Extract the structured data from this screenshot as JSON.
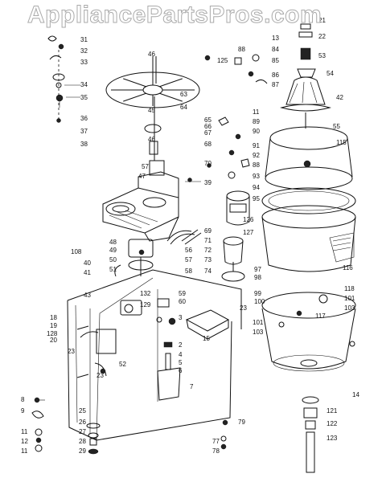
{
  "watermark": "AppliancePartsPros.com",
  "callouts": [
    {
      "id": "p31",
      "text": "31"
    },
    {
      "id": "p32",
      "text": "32"
    },
    {
      "id": "p33",
      "text": "33"
    },
    {
      "id": "p34",
      "text": "34"
    },
    {
      "id": "p35",
      "text": "35"
    },
    {
      "id": "p36",
      "text": "36"
    },
    {
      "id": "p37",
      "text": "37"
    },
    {
      "id": "p38",
      "text": "38"
    },
    {
      "id": "p39",
      "text": "39"
    },
    {
      "id": "p45",
      "text": "45"
    },
    {
      "id": "p46",
      "text": "46"
    },
    {
      "id": "p46b",
      "text": "46"
    },
    {
      "id": "p47",
      "text": "47"
    },
    {
      "id": "p57",
      "text": "57"
    },
    {
      "id": "p63",
      "text": "63"
    },
    {
      "id": "p64",
      "text": "64"
    },
    {
      "id": "p125",
      "text": "125"
    },
    {
      "id": "p88a",
      "text": "88"
    },
    {
      "id": "p85",
      "text": "85"
    },
    {
      "id": "p86",
      "text": "86"
    },
    {
      "id": "p87",
      "text": "87"
    },
    {
      "id": "p21",
      "text": "21"
    },
    {
      "id": "p22",
      "text": "22"
    },
    {
      "id": "p13",
      "text": "13"
    },
    {
      "id": "p84",
      "text": "84"
    },
    {
      "id": "p53",
      "text": "53"
    },
    {
      "id": "p54",
      "text": "54"
    },
    {
      "id": "p42",
      "text": "42"
    },
    {
      "id": "p55",
      "text": "55"
    },
    {
      "id": "p11t",
      "text": "11"
    },
    {
      "id": "p89",
      "text": "89"
    },
    {
      "id": "p90",
      "text": "90"
    },
    {
      "id": "p65",
      "text": "65"
    },
    {
      "id": "p66",
      "text": "66"
    },
    {
      "id": "p67",
      "text": "67"
    },
    {
      "id": "p68",
      "text": "68"
    },
    {
      "id": "p91",
      "text": "91"
    },
    {
      "id": "p92",
      "text": "92"
    },
    {
      "id": "p70",
      "text": "70"
    },
    {
      "id": "p88b",
      "text": "88"
    },
    {
      "id": "p93",
      "text": "93"
    },
    {
      "id": "p94",
      "text": "94"
    },
    {
      "id": "p95",
      "text": "95"
    },
    {
      "id": "p115",
      "text": "115"
    },
    {
      "id": "p126",
      "text": "126"
    },
    {
      "id": "p127",
      "text": "127"
    },
    {
      "id": "p69",
      "text": "69"
    },
    {
      "id": "p71",
      "text": "71"
    },
    {
      "id": "p72",
      "text": "72"
    },
    {
      "id": "p73",
      "text": "73"
    },
    {
      "id": "p74",
      "text": "74"
    },
    {
      "id": "p48",
      "text": "48"
    },
    {
      "id": "p49",
      "text": "49"
    },
    {
      "id": "p50",
      "text": "50"
    },
    {
      "id": "p51",
      "text": "51"
    },
    {
      "id": "p56",
      "text": "56"
    },
    {
      "id": "p57b",
      "text": "57"
    },
    {
      "id": "p58",
      "text": "58"
    },
    {
      "id": "p97",
      "text": "97"
    },
    {
      "id": "p98",
      "text": "98"
    },
    {
      "id": "p99",
      "text": "99"
    },
    {
      "id": "p100",
      "text": "100"
    },
    {
      "id": "p116",
      "text": "116"
    },
    {
      "id": "p118",
      "text": "118"
    },
    {
      "id": "p101a",
      "text": "101"
    },
    {
      "id": "p103a",
      "text": "103"
    },
    {
      "id": "p117",
      "text": "117"
    },
    {
      "id": "p101b",
      "text": "101"
    },
    {
      "id": "p103b",
      "text": "103"
    },
    {
      "id": "p108",
      "text": "108"
    },
    {
      "id": "p40",
      "text": "40"
    },
    {
      "id": "p41",
      "text": "41"
    },
    {
      "id": "p43",
      "text": "43"
    },
    {
      "id": "p18",
      "text": "18"
    },
    {
      "id": "p19",
      "text": "19"
    },
    {
      "id": "p128",
      "text": "128"
    },
    {
      "id": "p20",
      "text": "20"
    },
    {
      "id": "p23a",
      "text": "23"
    },
    {
      "id": "p132",
      "text": "132"
    },
    {
      "id": "p129",
      "text": "129"
    },
    {
      "id": "p59",
      "text": "59"
    },
    {
      "id": "p60",
      "text": "60"
    },
    {
      "id": "p23b",
      "text": "23"
    },
    {
      "id": "p3",
      "text": "3"
    },
    {
      "id": "p15",
      "text": "15"
    },
    {
      "id": "p2",
      "text": "2"
    },
    {
      "id": "p4",
      "text": "4"
    },
    {
      "id": "p5",
      "text": "5"
    },
    {
      "id": "p6",
      "text": "6"
    },
    {
      "id": "p7",
      "text": "7"
    },
    {
      "id": "p52",
      "text": "52"
    },
    {
      "id": "p23c",
      "text": "23"
    },
    {
      "id": "p8",
      "text": "8"
    },
    {
      "id": "p9",
      "text": "9"
    },
    {
      "id": "p25",
      "text": "25"
    },
    {
      "id": "p26",
      "text": "26"
    },
    {
      "id": "p27",
      "text": "27"
    },
    {
      "id": "p28",
      "text": "28"
    },
    {
      "id": "p29",
      "text": "29"
    },
    {
      "id": "p11a",
      "text": "11"
    },
    {
      "id": "p12",
      "text": "12"
    },
    {
      "id": "p11b",
      "text": "11"
    },
    {
      "id": "p79",
      "text": "79"
    },
    {
      "id": "p77",
      "text": "77"
    },
    {
      "id": "p78",
      "text": "78"
    },
    {
      "id": "p14",
      "text": "14"
    },
    {
      "id": "p121",
      "text": "121"
    },
    {
      "id": "p122",
      "text": "122"
    },
    {
      "id": "p123",
      "text": "123"
    }
  ]
}
